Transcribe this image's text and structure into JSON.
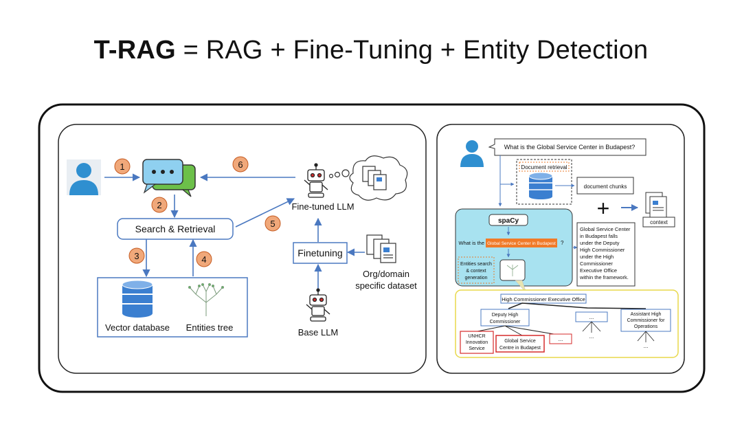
{
  "title": {
    "bold": "T-RAG",
    "rest": " = RAG + Fine-Tuning + Entity Detection"
  },
  "left": {
    "steps": [
      "1",
      "2",
      "3",
      "4",
      "5",
      "6"
    ],
    "search": "Search & Retrieval",
    "vector_db": "Vector database",
    "entities_tree": "Entities tree",
    "finetuned": "Fine-tuned LLM",
    "finetuning": "Finetuning",
    "dataset_line1": "Org/domain",
    "dataset_line2": "specific dataset",
    "base": "Base LLM"
  },
  "right": {
    "question": "What is the Global Service Center in Budapest?",
    "doc_retrieval": "Document retrieval",
    "doc_chunks": "document chunks",
    "plus": "+",
    "context": "context",
    "spacy": "spaCy",
    "q_pre": "What is the",
    "q_entity": "Global Service Center in Budapest",
    "q_post": "?",
    "entities_search": [
      "Entities search",
      "& context",
      "generation"
    ],
    "answer": [
      "Global Service Center",
      "in Budapest falls",
      "under the Deputy",
      "High Commissioner",
      "under the High",
      "Commissioner",
      "Executive Office",
      "within the framework."
    ],
    "org": {
      "root": "High Commissioner Executive Office",
      "deputy": [
        "Deputy High",
        "Commissioner"
      ],
      "ellipsis": "...",
      "assistant": [
        "Assistant High",
        "Commissioner for",
        "Operations"
      ],
      "unhcr": [
        "UNHCR",
        "Innovation",
        "Service"
      ],
      "gsc": [
        "Global Service",
        "Centre in Budapest"
      ]
    }
  },
  "colors": {
    "step": "#f0a87a",
    "arrow": "#4a78c0",
    "person": "#2f8fd0",
    "spacy_bg": "#a8e2f0",
    "highlight": "#f07a28",
    "red_box": "#d62a2a",
    "yellow_frame": "#e8d84a"
  }
}
